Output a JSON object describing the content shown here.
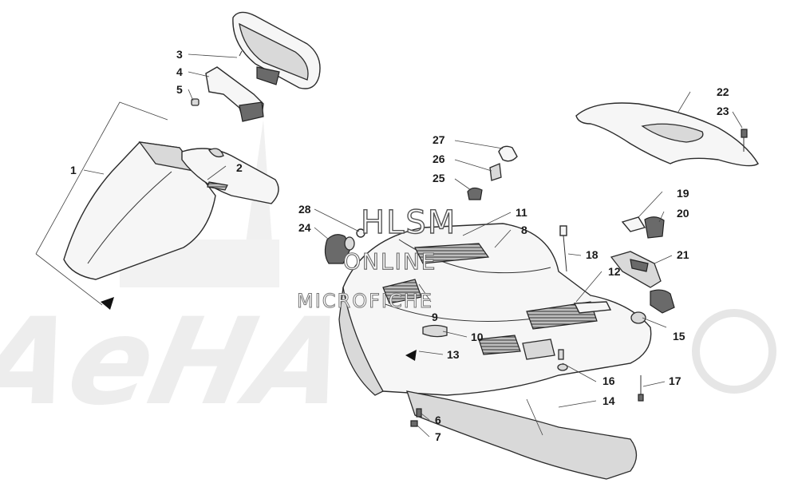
{
  "diagram": {
    "callouts": [
      {
        "id": "1",
        "text": "1"
      },
      {
        "id": "2",
        "text": "2"
      },
      {
        "id": "3",
        "text": "3"
      },
      {
        "id": "4",
        "text": "4"
      },
      {
        "id": "5",
        "text": "5"
      },
      {
        "id": "6",
        "text": "6"
      },
      {
        "id": "7",
        "text": "7"
      },
      {
        "id": "8",
        "text": "8"
      },
      {
        "id": "9",
        "text": "9"
      },
      {
        "id": "10",
        "text": "10"
      },
      {
        "id": "11",
        "text": "11"
      },
      {
        "id": "12",
        "text": "12"
      },
      {
        "id": "13",
        "text": "13"
      },
      {
        "id": "14",
        "text": "14"
      },
      {
        "id": "15",
        "text": "15"
      },
      {
        "id": "16",
        "text": "16"
      },
      {
        "id": "17",
        "text": "17"
      },
      {
        "id": "18",
        "text": "18"
      },
      {
        "id": "19",
        "text": "19"
      },
      {
        "id": "20",
        "text": "20"
      },
      {
        "id": "21",
        "text": "21"
      },
      {
        "id": "22",
        "text": "22"
      },
      {
        "id": "23",
        "text": "23"
      },
      {
        "id": "24",
        "text": "24"
      },
      {
        "id": "25",
        "text": "25"
      },
      {
        "id": "26",
        "text": "26"
      },
      {
        "id": "27",
        "text": "27"
      },
      {
        "id": "28",
        "text": "28"
      }
    ]
  },
  "watermark": {
    "line1": "HLSM",
    "line2": "ONLINE",
    "line3": "MICROFICHE",
    "background_logo": "AeHAPARTS"
  }
}
